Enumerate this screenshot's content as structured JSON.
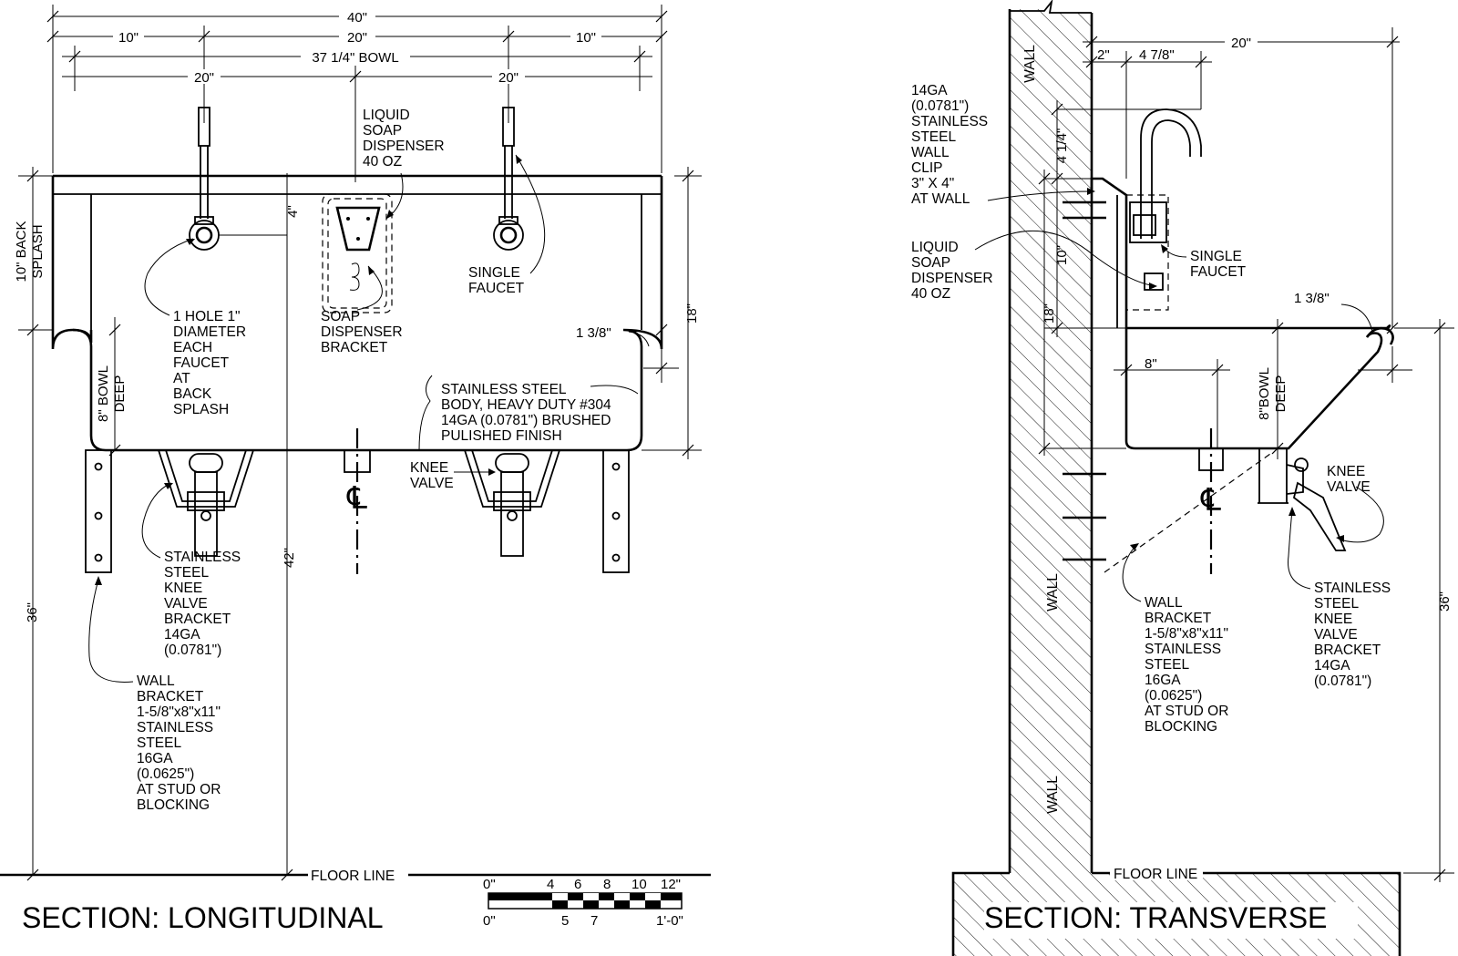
{
  "titles": {
    "longitudinal": "SECTION: LONGITUDINAL",
    "transverse": "SECTION: TRANSVERSE"
  },
  "dims_long": {
    "overall": "40\"",
    "left_10": "10\"",
    "mid_20": "20\"",
    "right_10": "10\"",
    "bowl": "37 1/4\" BOWL",
    "f_left_20": "20\"",
    "f_right_20": "20\"",
    "four": "4\"",
    "eighteen": "18\"",
    "fortytwo": "42\"",
    "thirtysix": "36\"",
    "one_3_8": "1 3/8\"",
    "bowl_deep": [
      "8\" BOWL",
      "DEEP"
    ],
    "back_splash": [
      "10\" BACK",
      "SPLASH"
    ]
  },
  "labels_long": {
    "soap": [
      "LIQUID",
      "SOAP",
      "DISPENSER",
      "40 OZ"
    ],
    "hole": [
      "1 HOLE 1\"",
      "DIAMETER",
      "EACH",
      "FAUCET",
      "AT",
      "BACK",
      "SPLASH"
    ],
    "soap_bracket": [
      "SOAP",
      "DISPENSER",
      "BRACKET"
    ],
    "single_faucet": [
      "SINGLE",
      "FAUCET"
    ],
    "body": [
      "STAINLESS STEEL",
      "BODY, HEAVY DUTY #304",
      "14GA (0.0781\") BRUSHED",
      "PULISHED FINISH"
    ],
    "knee_valve": [
      "KNEE",
      "VALVE"
    ],
    "knee_bracket": [
      "STAINLESS",
      "STEEL",
      "KNEE",
      "VALVE",
      "BRACKET",
      "14GA",
      "(0.0781\")"
    ],
    "wall_bracket": [
      "WALL",
      "BRACKET",
      "1-5/8\"x8\"x11\"",
      "STAINLESS",
      "STEEL",
      "16GA",
      "(0.0625\")",
      "AT STUD OR",
      "BLOCKING"
    ],
    "floor": "FLOOR LINE"
  },
  "scale": {
    "top": [
      "0\"",
      "4",
      "6",
      "8",
      "10",
      "12\""
    ],
    "bottom": [
      "0\"",
      "5",
      "7",
      "1'-0\""
    ]
  },
  "dims_trans": {
    "twenty": "20\"",
    "two": "2\"",
    "four_7_8": "4 7/8\"",
    "four_1_4": "4 1/4\"",
    "ten": "10\"",
    "eighteen": "18\"",
    "eight": "8\"",
    "one_3_8": "1 3/8\"",
    "thirtysix": "36\"",
    "bowl_deep": [
      "8\"BOWL",
      "DEEP"
    ]
  },
  "labels_trans": {
    "clip": [
      "14GA",
      "(0.0781\")",
      "STAINLESS",
      "STEEL",
      "WALL",
      "CLIP",
      "3\" X 4\"",
      "AT WALL"
    ],
    "soap": [
      "LIQUID",
      "SOAP",
      "DISPENSER",
      "40 OZ"
    ],
    "single_faucet": [
      "SINGLE",
      "FAUCET"
    ],
    "knee_valve": [
      "KNEE",
      "VALVE"
    ],
    "wall_bracket": [
      "WALL",
      "BRACKET",
      "1-5/8\"x8\"x11\"",
      "STAINLESS",
      "STEEL",
      "16GA",
      "(0.0625\")",
      "AT STUD OR",
      "BLOCKING"
    ],
    "knee_bracket": [
      "STAINLESS",
      "STEEL",
      "KNEE",
      "VALVE",
      "BRACKET",
      "14GA",
      "(0.0781\")"
    ],
    "wall_top": "WALL",
    "wall_mid": "WALL",
    "wall_bot": "WALL",
    "floor": "FLOOR LINE"
  }
}
